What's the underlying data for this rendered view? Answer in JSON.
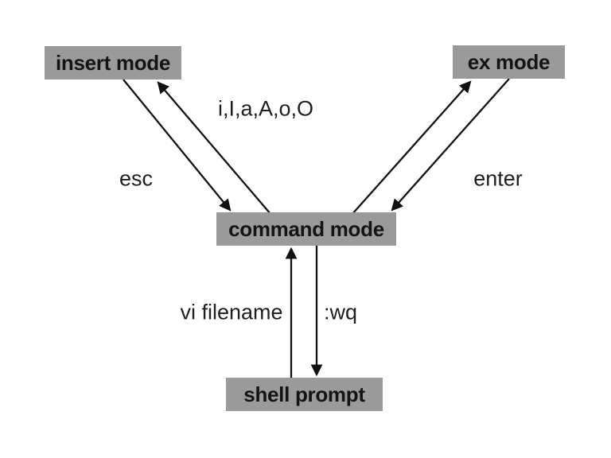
{
  "diagram": {
    "nodes": {
      "insert": {
        "id": "insert-mode",
        "label": "insert mode"
      },
      "ex": {
        "id": "ex-mode",
        "label": "ex mode"
      },
      "command": {
        "id": "command-mode",
        "label": "command mode"
      },
      "shell": {
        "id": "shell-prompt",
        "label": "shell prompt"
      }
    },
    "edges": [
      {
        "from": "insert mode",
        "to": "command mode",
        "label": "esc"
      },
      {
        "from": "command mode",
        "to": "insert mode",
        "label": "i,I,a,A,o,O"
      },
      {
        "from": "command mode",
        "to": "ex mode",
        "label": ""
      },
      {
        "from": "ex mode",
        "to": "command mode",
        "label": "enter"
      },
      {
        "from": "shell prompt",
        "to": "command mode",
        "label": "vi filename"
      },
      {
        "from": "command mode",
        "to": "shell prompt",
        "label": ":wq"
      }
    ],
    "colors": {
      "node_fill": "#9a9a9a",
      "node_text": "#141414",
      "arrow": "#111111",
      "background": "#ffffff"
    }
  }
}
